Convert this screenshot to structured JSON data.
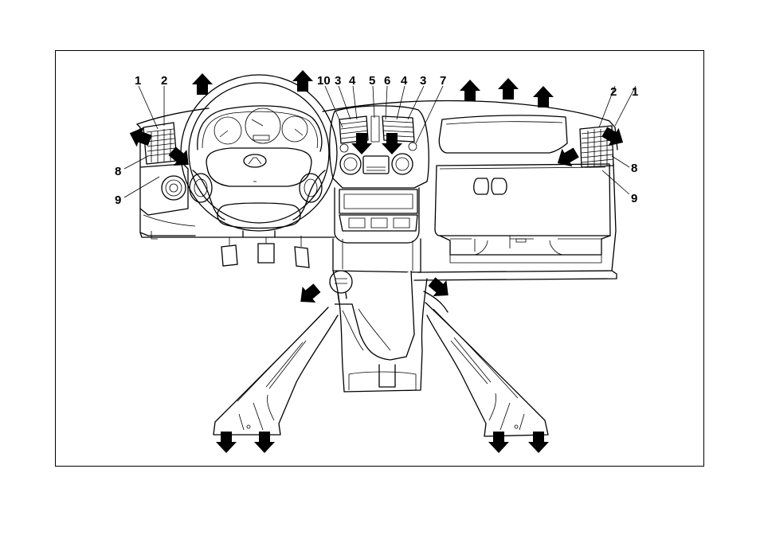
{
  "labels": {
    "l1": "1",
    "l2": "2",
    "l10": "10",
    "l3a": "3",
    "l4a": "4",
    "l5": "5",
    "l6": "6",
    "l4b": "4",
    "l3b": "3",
    "l7": "7",
    "r2": "2",
    "r1": "1",
    "l8": "8",
    "l9": "9",
    "r8": "8",
    "r9": "9"
  },
  "colors": {
    "line": "#000000",
    "background": "#ffffff",
    "arrow": "#000000"
  },
  "icons": [
    "airflow-arrow-icon",
    "steering-wheel-icon",
    "gear-lever-icon",
    "brand-logo-icon"
  ]
}
